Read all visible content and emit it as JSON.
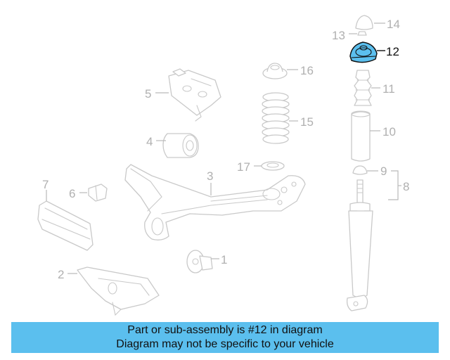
{
  "callouts": {
    "c1": "1",
    "c2": "2",
    "c3": "3",
    "c4": "4",
    "c5": "5",
    "c6": "6",
    "c7": "7",
    "c8": "8",
    "c9": "9",
    "c10": "10",
    "c11": "11",
    "c12": "12",
    "c13": "13",
    "c14": "14",
    "c15": "15",
    "c16": "16",
    "c17": "17"
  },
  "highlight": {
    "part": "12",
    "color": "#5bbfee"
  },
  "banner": {
    "line1": "Part or sub-assembly is #12 in diagram",
    "line2": "Diagram may not be specific to your vehicle",
    "color": "#5bbfee"
  }
}
